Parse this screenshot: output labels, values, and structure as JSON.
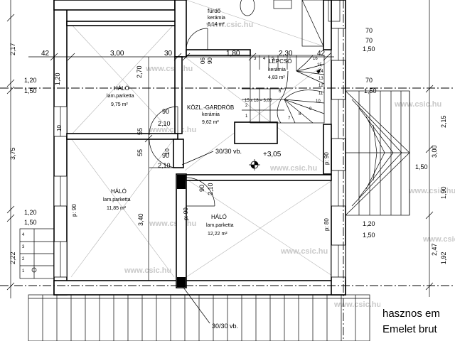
{
  "rooms": {
    "bath": {
      "name": "fürdő",
      "floor": "kerámia",
      "area": "6,14 m²"
    },
    "bed1": {
      "name": "HÁLÓ",
      "floor": "lam.parketta",
      "area": "9,75 m²"
    },
    "hall": {
      "name": "KÖZL.-GARDRÓB",
      "floor": "kerámia",
      "area": "9,62 m²"
    },
    "stair": {
      "name": "LÉPCSŐ",
      "floor": "kerámia",
      "area": "4,83 m²"
    },
    "bed2": {
      "name": "HÁLÓ",
      "floor": "lam.parketta",
      "area": "11,85 m²"
    },
    "bed3": {
      "name": "HÁLÓ",
      "floor": "lam.parketta",
      "area": "12,22 m²"
    }
  },
  "labels": {
    "vent_top": "30/30 vb.",
    "vent_bottom": "30/30 vb.",
    "level": "+3,05",
    "stair_formula": "15 x 18 = 3,05",
    "footer_line1": "hasznos em",
    "footer_line2": "Emelet brut"
  },
  "watermark": "www.csic.hu",
  "dimensions": {
    "top_row": [
      "42",
      "3,00",
      "30",
      "1,80",
      "2,30",
      "42"
    ],
    "left_col": [
      "2,17",
      "1,20",
      "1,50",
      "3,75",
      "1,20",
      "1,50",
      "2,22"
    ],
    "right_col": [
      "2,15",
      "3,00",
      "1,50",
      "1,90",
      "2,47",
      "1,92"
    ],
    "right_top": [
      "70",
      "70",
      "1,50",
      "70",
      "1,50"
    ],
    "right_mid": [
      "1,20",
      "1,50"
    ],
    "door_hall": [
      "90",
      "2,10",
      "90",
      "2,10"
    ],
    "door_vert": [
      "55",
      "55"
    ],
    "door_bed3": [
      "90",
      "2,10"
    ],
    "sills": [
      "p: 90",
      "p: 90",
      "p: 90",
      "p: 80"
    ],
    "inner": [
      "2,70",
      "3,40",
      "1,20",
      "06",
      "90",
      "10",
      "10"
    ],
    "stair_steps": [
      "16",
      "15",
      "14",
      "13",
      "12",
      "11",
      "10",
      "9",
      "8",
      "7",
      "6",
      "5",
      "4",
      "3",
      "2",
      "1"
    ],
    "ext_steps": [
      "4",
      "3",
      "2",
      "1"
    ]
  }
}
